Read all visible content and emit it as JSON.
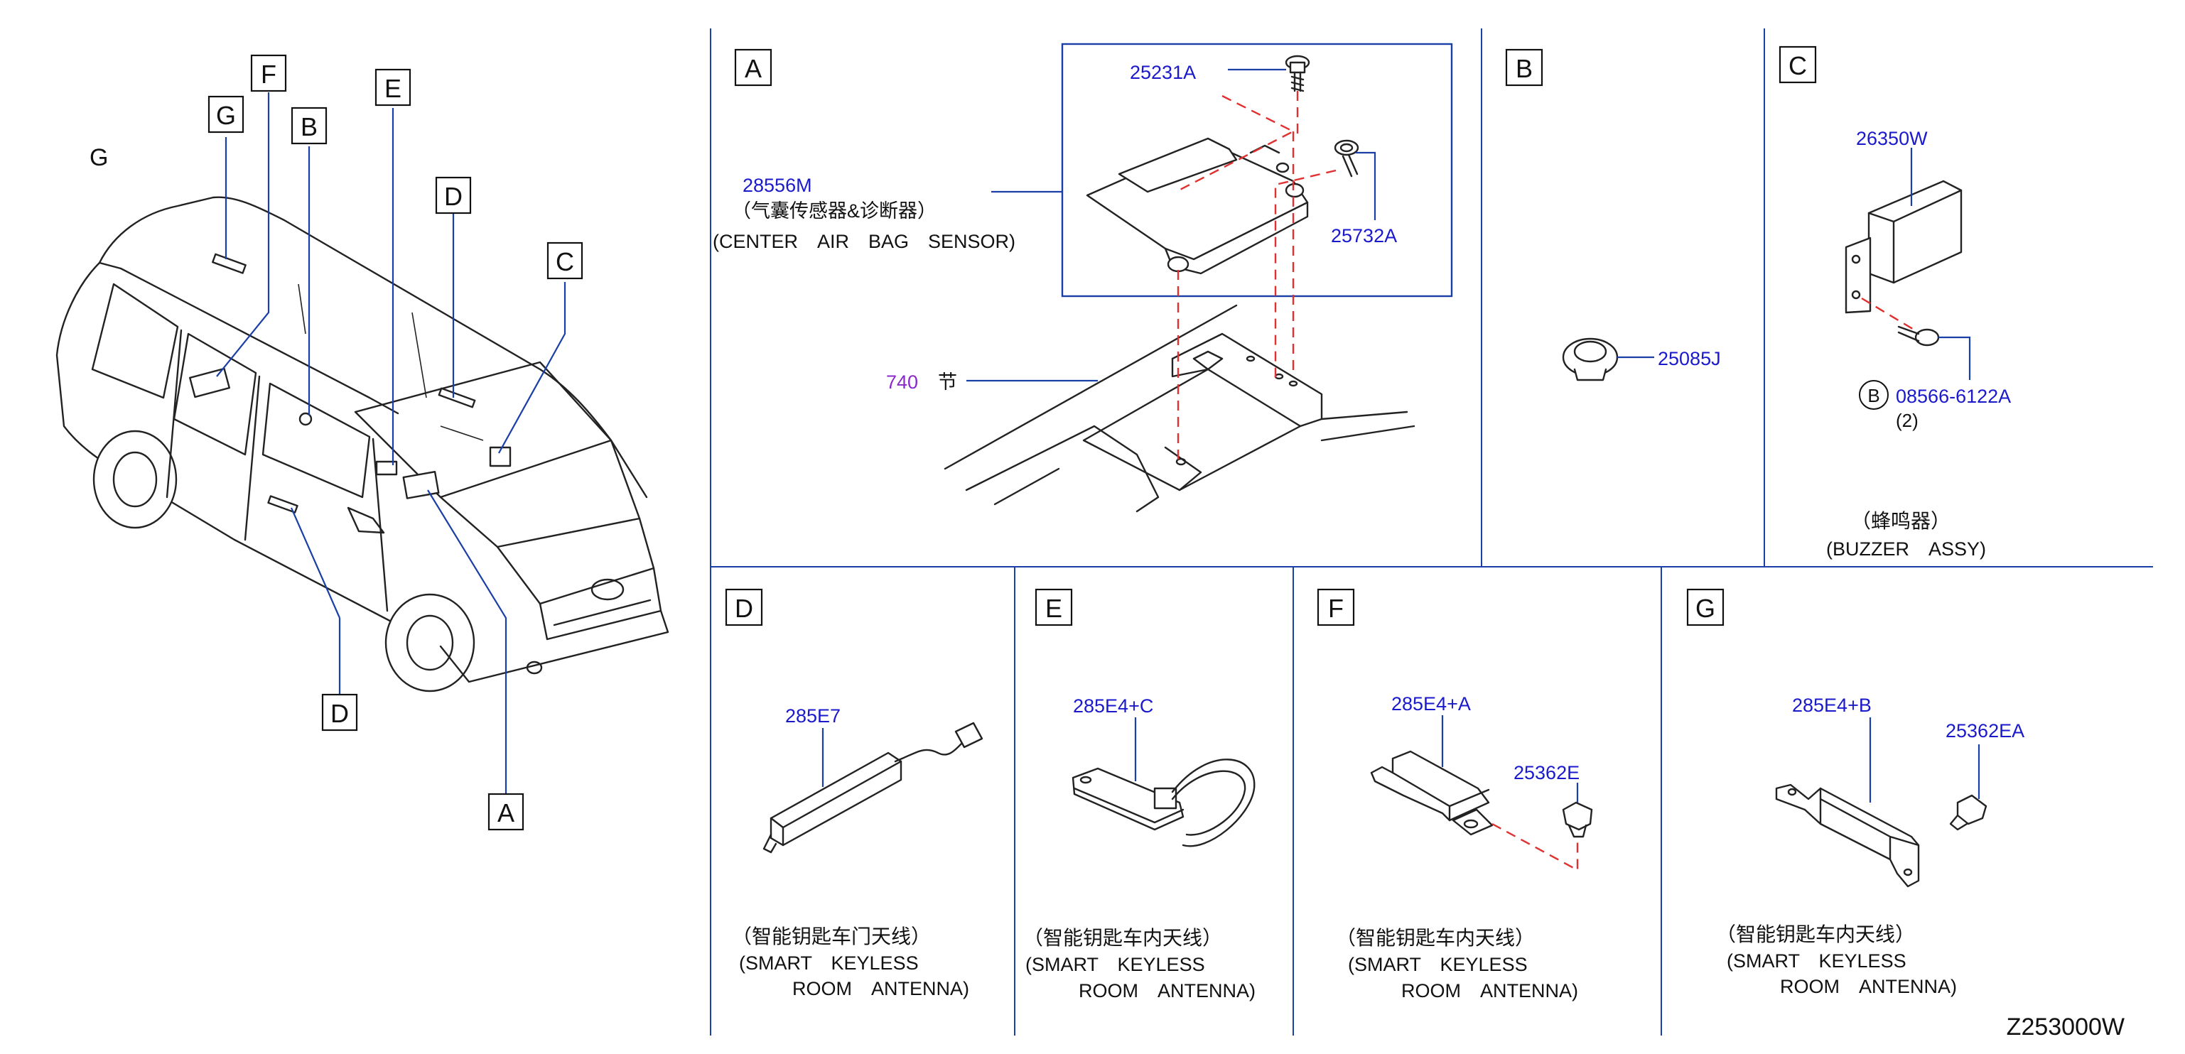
{
  "diagram_id": "Z253000W",
  "overview": {
    "corner_letter": "G",
    "callouts": [
      "G",
      "F",
      "B",
      "E",
      "D",
      "C",
      "D",
      "A"
    ]
  },
  "panels": {
    "A": {
      "letter": "A",
      "part_main": "28556M",
      "part_main_cn": "（气囊传感器&诊断器）",
      "part_main_en": "(CENTER　AIR　BAG　SENSOR)",
      "bolt1": "25231A",
      "bolt2": "25732A",
      "section_no": "740",
      "section_cn": "节"
    },
    "B": {
      "letter": "B",
      "part": "25085J"
    },
    "C": {
      "letter": "C",
      "part_main": "26350W",
      "bolt_marker": "B",
      "bolt": "08566-6122A",
      "qty": "(2)",
      "label_cn": "（蜂鸣器）",
      "label_en": "(BUZZER　ASSY)"
    },
    "D": {
      "letter": "D",
      "part": "285E7",
      "label_cn": "（智能钥匙车门天线）",
      "label_en1": "(SMART　KEYLESS",
      "label_en2": "ROOM　ANTENNA)"
    },
    "E": {
      "letter": "E",
      "part": "285E4+C",
      "label_cn": "（智能钥匙车内天线）",
      "label_en1": "(SMART　KEYLESS",
      "label_en2": "ROOM　ANTENNA)"
    },
    "F": {
      "letter": "F",
      "part": "285E4+A",
      "clip": "25362E",
      "label_cn": "（智能钥匙车内天线）",
      "label_en1": "(SMART　KEYLESS",
      "label_en2": "ROOM　ANTENNA)"
    },
    "G": {
      "letter": "G",
      "part": "285E4+B",
      "clip": "25362EA",
      "label_cn": "（智能钥匙车内天线）",
      "label_en1": "(SMART　KEYLESS",
      "label_en2": "ROOM　ANTENNA)"
    }
  },
  "colors": {
    "part_text": "#1a1acc",
    "section_text": "#8a2bc9",
    "leader": "#1a3fa6",
    "dash": "#e03030",
    "ink": "#111111"
  }
}
